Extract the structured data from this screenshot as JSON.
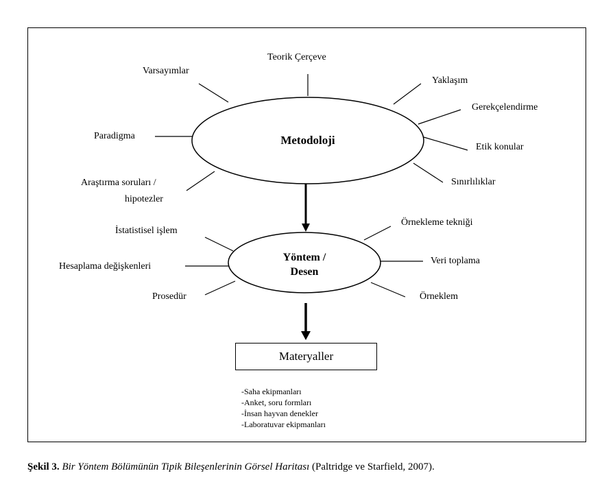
{
  "diagram": {
    "metodoloji": {
      "center": "Metodoloji",
      "labels": {
        "teorik": "Teorik Çerçeve",
        "varsayimlar": "Varsayımlar",
        "yaklasim": "Yaklaşım",
        "gerekcelendirme": "Gerekçelendirme",
        "paradigma": "Paradigma",
        "etik": "Etik konular",
        "arastirma_1": "Araştırma soruları /",
        "arastirma_2": "hipotezler",
        "sinirliliklar": "Sınırlılıklar"
      }
    },
    "yontem": {
      "center_1": "Yöntem /",
      "center_2": "Desen",
      "labels": {
        "istatistiksel": "İstatistisel işlem",
        "ornekleme": "Örnekleme tekniği",
        "hesaplama": "Hesaplama değişkenleri",
        "veri": "Veri toplama",
        "prosedur": "Prosedür",
        "orneklem": "Örneklem"
      }
    },
    "materyaller": {
      "title": "Materyaller",
      "items": [
        "-Saha ekipmanları",
        "-Anket, soru formları",
        "-İnsan hayvan denekler",
        "-Laboratuvar ekipmanları"
      ]
    }
  },
  "caption": {
    "label": "Şekil 3.",
    "title": "Bir Yöntem Bölümünün Tipik Bileşenlerinin Görsel Haritası",
    "source": "(Paltridge ve Starfield, 2007)."
  }
}
